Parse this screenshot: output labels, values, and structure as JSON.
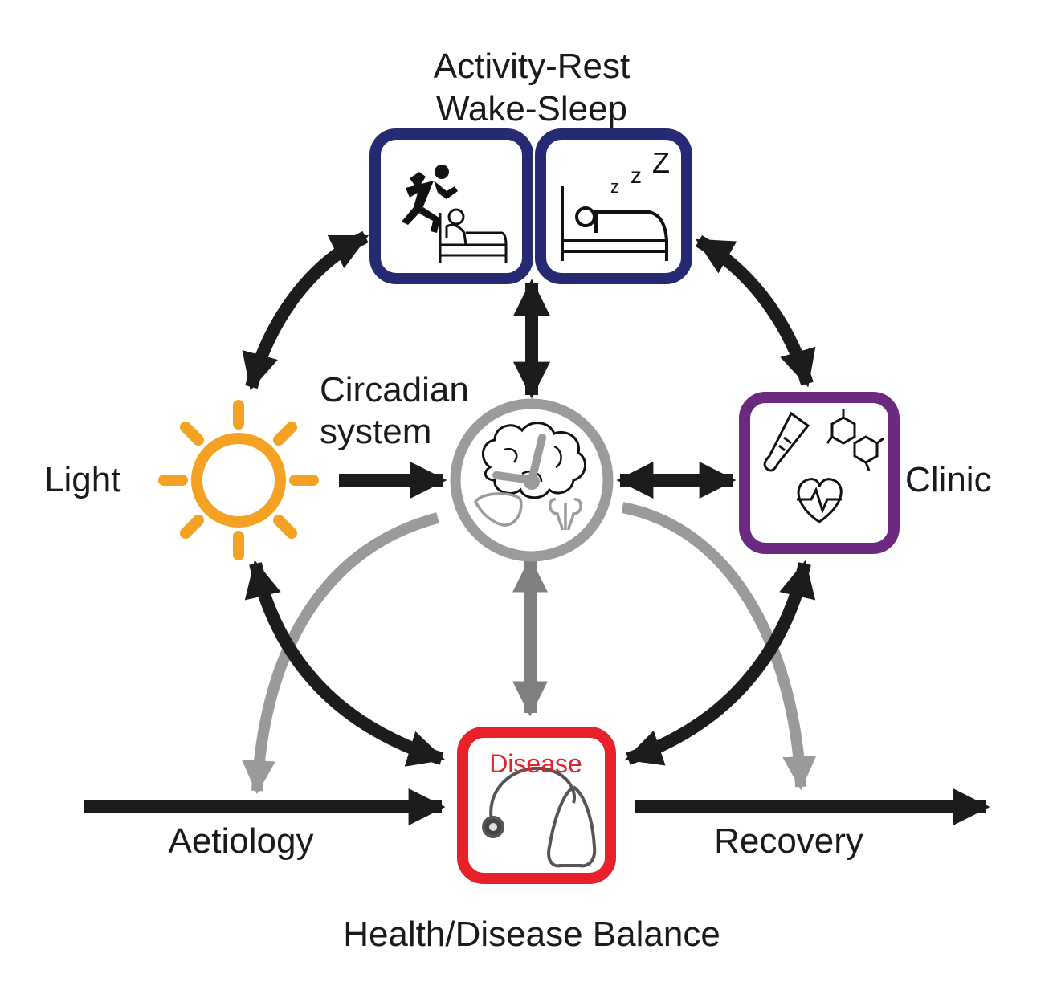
{
  "labels": {
    "top_line1": "Activity-Rest",
    "top_line2": "Wake-Sleep",
    "circadian_line1": "Circadian",
    "circadian_line2": "system",
    "light": "Light",
    "clinic": "Clinic",
    "disease": "Disease",
    "aetiology": "Aetiology",
    "recovery": "Recovery",
    "bottom": "Health/Disease Balance"
  },
  "colors": {
    "activity_box": "#252a72",
    "clinic_box": "#6b2a7f",
    "disease_box": "#e8202a",
    "disease_text": "#e8202a",
    "sun": "#f5a224",
    "circadian": "#9b9b9b",
    "arrow_dark": "#1c1c1c",
    "arrow_grey": "#9a9a9a",
    "arrow_mid": "#7f7f7f"
  },
  "icons": {
    "activity": "runner-and-bed-icon",
    "sleep": "sleeping-in-bed-icon",
    "light": "sun-icon",
    "circadian": "brain-clock-organs-icon",
    "clinic": "thermometer-molecule-heart-icon",
    "disease": "stethoscope-icon"
  }
}
